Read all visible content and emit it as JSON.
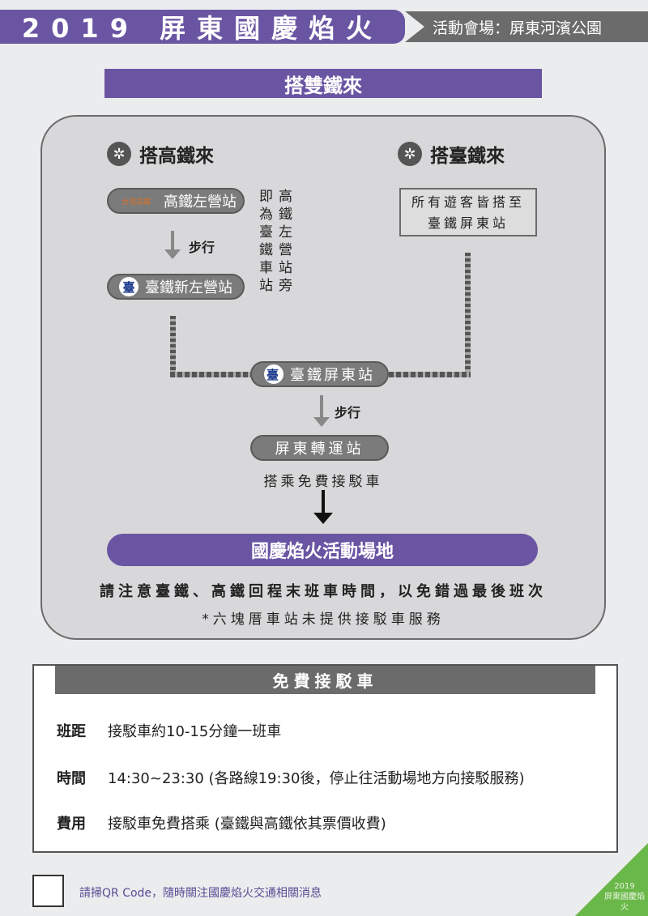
{
  "header": {
    "title": "2019 屏東國慶焰火",
    "venue": "活動會場：屏東河濱公園"
  },
  "section_title": "搭雙鐵來",
  "hsr": {
    "heading": "搭高鐵來",
    "station1": "高鐵左營站",
    "logo_text": "台灣高鐵",
    "walk": "步行",
    "station2": "臺鐵新左營站",
    "note": "高鐵左營站旁即為臺鐵車站"
  },
  "tra": {
    "heading": "搭臺鐵來",
    "note_line1": "所有遊客皆搭至",
    "note_line2": "臺鐵屏東站"
  },
  "route": {
    "tra_logo": "臺",
    "station": "臺鐵屏東站",
    "walk": "步行",
    "transfer": "屏東轉運站",
    "shuttle": "搭乘免費接駁車",
    "destination": "國慶焰火活動場地"
  },
  "notes": {
    "warning": "請注意臺鐵、高鐵回程末班車時間，以免錯過最後班次",
    "footnote": "*六塊厝車站未提供接駁車服務"
  },
  "shuttle_info": {
    "title": "免費接駁車",
    "rows": [
      {
        "label": "班距",
        "value": "接駁車約10-15分鐘一班車"
      },
      {
        "label": "時間",
        "value": "14:30~23:30 (各路線19:30後，停止往活動場地方向接駁服務)"
      },
      {
        "label": "費用",
        "value": "接駁車免費搭乘 (臺鐵與高鐵依其票價收費)"
      }
    ]
  },
  "footer": {
    "qr_text": "請掃QR Code，隨時關注國慶焰火交通相關消息",
    "corner_year": "2019",
    "corner_text": "屏東國慶焰火"
  }
}
